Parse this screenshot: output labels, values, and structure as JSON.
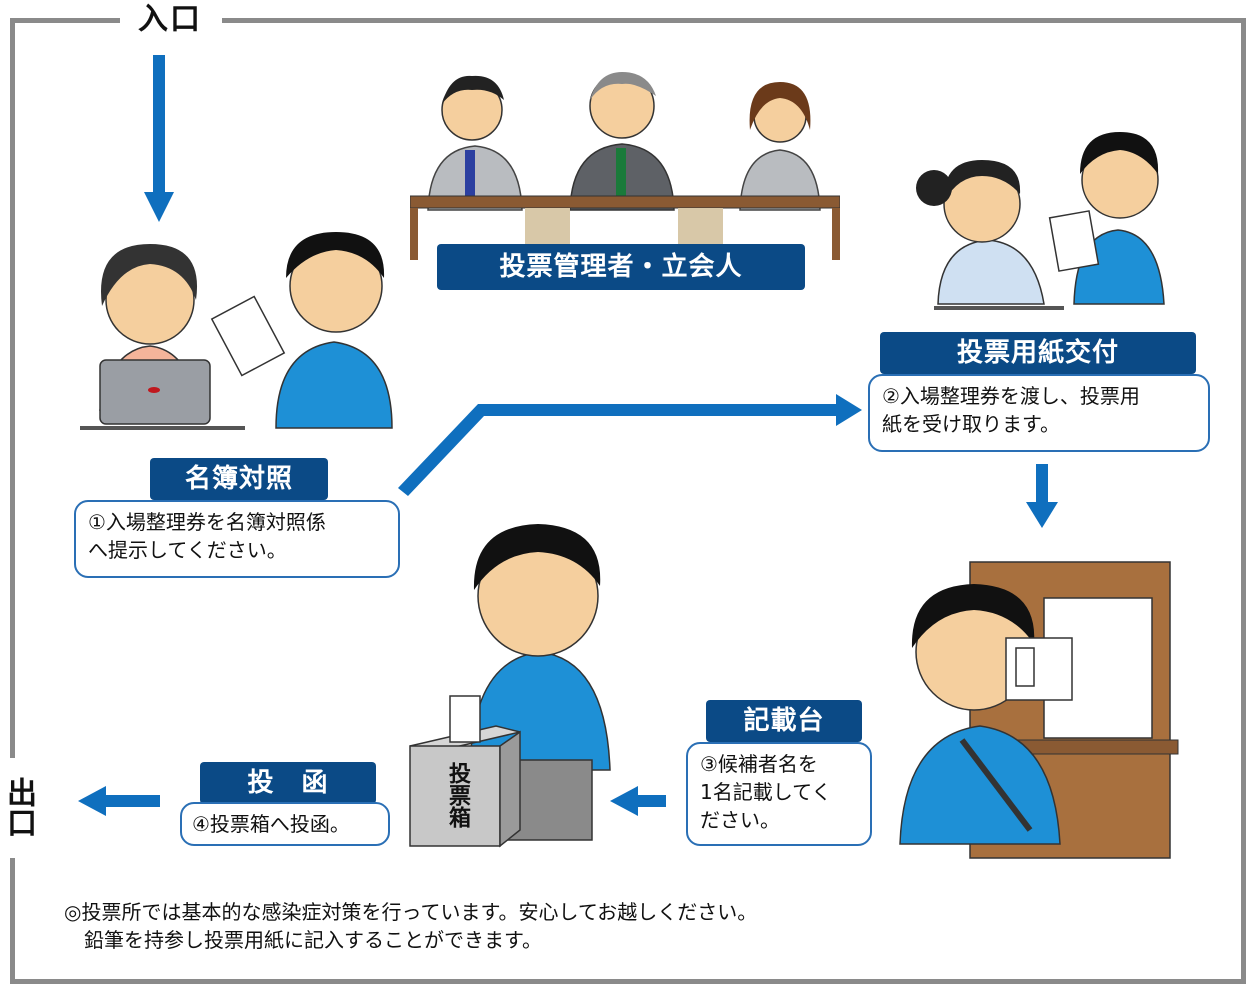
{
  "entry_label": "入口",
  "exit_label": "出口",
  "officials": {
    "banner": "投票管理者・立会人"
  },
  "steps": [
    {
      "banner": "名簿対照",
      "text_lines": [
        "①入場整理券を名簿対照係",
        "へ提示してください。"
      ]
    },
    {
      "banner": "投票用紙交付",
      "text_lines": [
        "②入場整理券を渡し、投票用",
        "紙を受け取ります。"
      ]
    },
    {
      "banner": "記載台",
      "text_lines": [
        "③候補者名を",
        "1名記載してく",
        "ださい。"
      ]
    },
    {
      "banner": "投　函",
      "text_lines": [
        "④投票箱へ投函。"
      ]
    }
  ],
  "ballot_box_label": "投票箱",
  "notes": [
    "◎投票所では基本的な感染症対策を行っています。安心してお越しください。",
    "　鉛筆を持参し投票用紙に記入することができます。"
  ],
  "colors": {
    "banner": "#0b4a86",
    "arrow": "#0f6fbe",
    "bubble_border": "#2a6fb5",
    "shirt": "#1e90d6",
    "frame": "#8a8a8a"
  }
}
